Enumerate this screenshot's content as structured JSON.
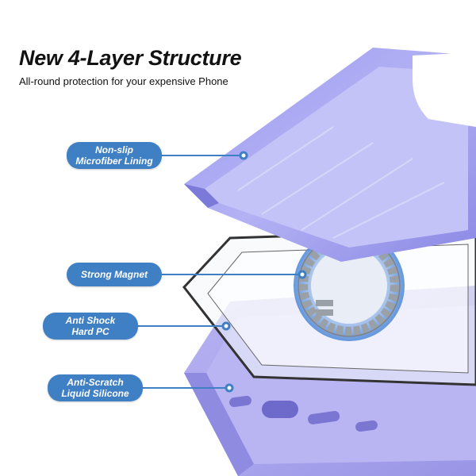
{
  "header": {
    "title": "New 4-Layer Structure",
    "subtitle": "All-round protection for your expensive Phone"
  },
  "layers": [
    {
      "line1": "Non-slip",
      "line2": "Microfiber Lining"
    },
    {
      "line1": "Strong Magnet",
      "line2": ""
    },
    {
      "line1": "Anti Shock",
      "line2": "Hard PC"
    },
    {
      "line1": "Anti-Scratch",
      "line2": "Liquid Silicone"
    }
  ],
  "colors": {
    "label_bg": "#3f7fc4",
    "lining": "#8c8ae8",
    "silicone": "#a8a4ee",
    "magnet_glow": "#4a86d8"
  }
}
